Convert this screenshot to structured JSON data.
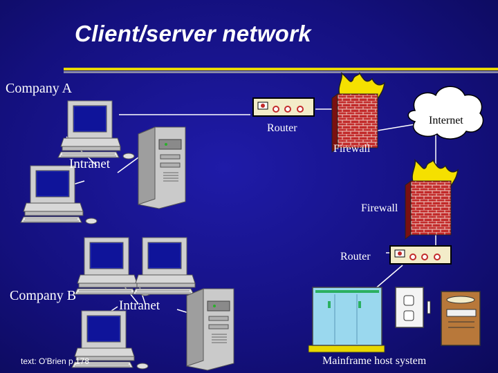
{
  "title": "Client/server network",
  "labels": {
    "company_a": "Company A",
    "company_b": "Company B",
    "intranet_a": "Intranet",
    "intranet_b": "Intranet",
    "router_a": "Router",
    "router_b": "Router",
    "internet": "Internet",
    "firewall_a": "Firewall",
    "firewall_b": "Firewall",
    "mainframe": "Mainframe host system",
    "credit": "text: O'Brien p 178"
  },
  "icons": [
    "computer-icon",
    "server-tower-icon",
    "router-icon",
    "firewall-icon",
    "cloud-icon",
    "mainframe-icon"
  ],
  "colors": {
    "background": "#16128a",
    "title_bar": "#e8d800",
    "text": "#ffffff",
    "brick": "#c22a2a",
    "flame": "#f5e000",
    "router_body": "#f3ecc9"
  }
}
